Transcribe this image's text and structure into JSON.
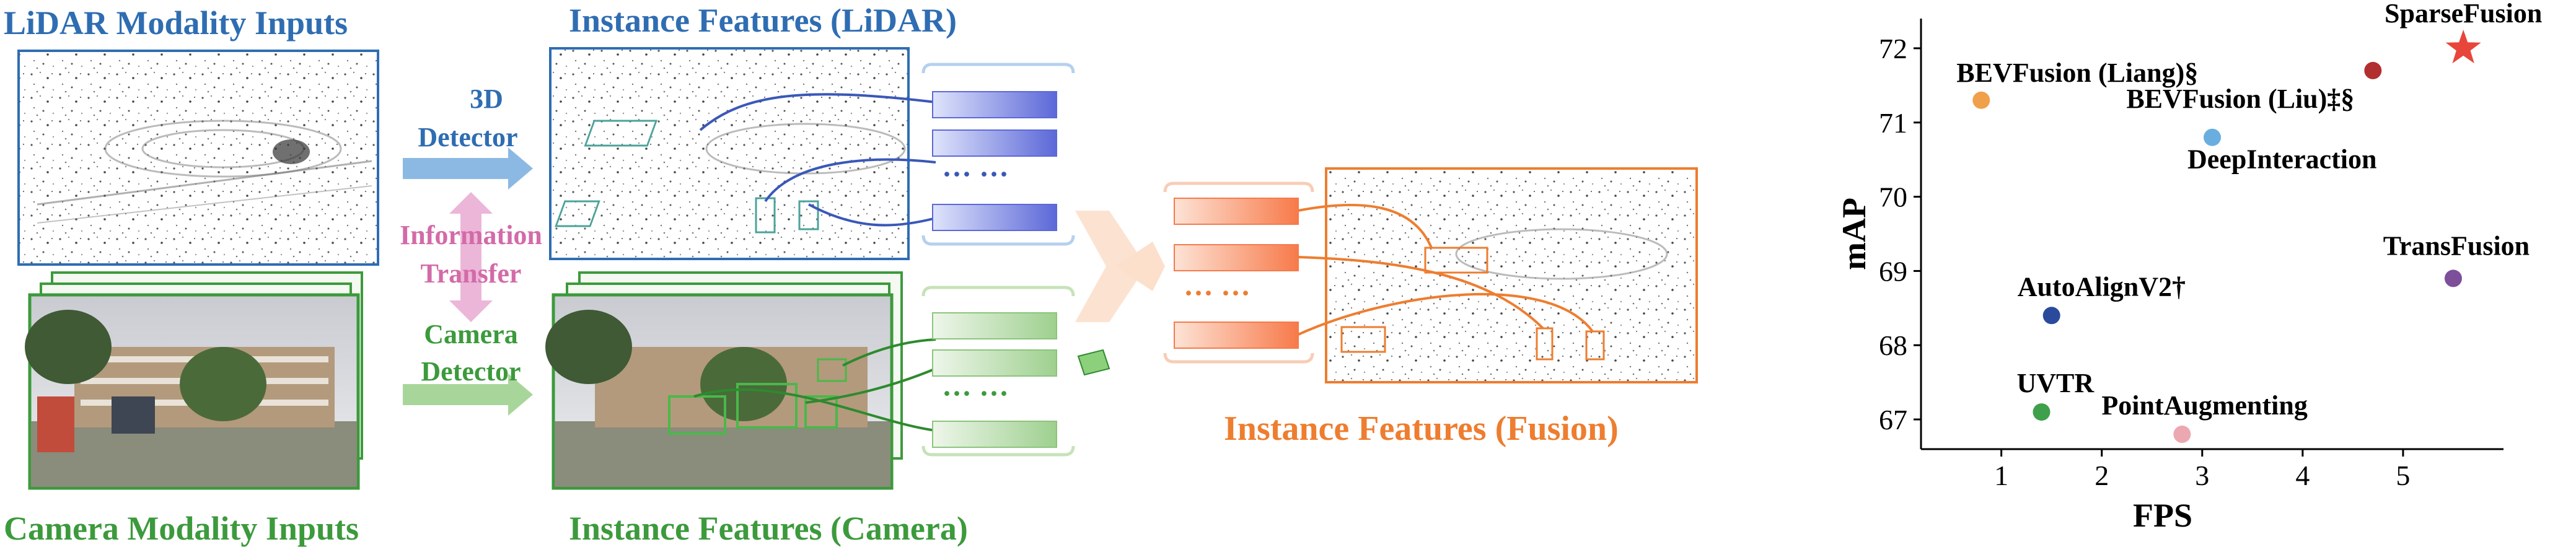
{
  "labels": {
    "lidar_inputs": "LiDAR Modality Inputs",
    "camera_inputs": "Camera Modality Inputs",
    "inst_lidar": "Instance Features (LiDAR)",
    "inst_camera": "Instance Features (Camera)",
    "inst_fusion": "Instance Features (Fusion)",
    "detector3d_1": "3D",
    "detector3d_2": "Detector",
    "info_1": "Information",
    "info_2": "Transfer",
    "camdet_1": "Camera",
    "camdet_2": "Detector",
    "dots": "··· ···"
  },
  "colors": {
    "blue": "#2f6db2",
    "green": "#3c9a3c",
    "orange": "#ee7d2f",
    "pink": "#d36ba8"
  },
  "chart_data": {
    "type": "scatter",
    "xlabel": "FPS",
    "ylabel": "mAP",
    "xlim": [
      0.2,
      6.0
    ],
    "ylim": [
      66.6,
      72.4
    ],
    "xticks": [
      1,
      2,
      3,
      4,
      5
    ],
    "yticks": [
      67,
      68,
      69,
      70,
      71,
      72
    ],
    "points": [
      {
        "name": "SparseFusion",
        "x": 5.6,
        "y": 72.0,
        "color": "#e8463b",
        "marker": "star"
      },
      {
        "name": "BEVFusion (Liang)§",
        "x": 0.8,
        "y": 71.3,
        "color": "#f0a04a",
        "marker": "circle"
      },
      {
        "name": "BEVFusion (Liu)‡§",
        "x": 4.7,
        "y": 71.7,
        "color": "#b22f2f",
        "marker": "circle"
      },
      {
        "name": "DeepInteraction",
        "x": 3.1,
        "y": 70.8,
        "color": "#6aaee0",
        "marker": "circle"
      },
      {
        "name": "TransFusion",
        "x": 5.5,
        "y": 68.9,
        "color": "#7d4e9a",
        "marker": "circle"
      },
      {
        "name": "AutoAlignV2†",
        "x": 1.5,
        "y": 68.4,
        "color": "#2b4a9c",
        "marker": "circle"
      },
      {
        "name": "UVTR",
        "x": 1.4,
        "y": 67.1,
        "color": "#3ea04a",
        "marker": "circle"
      },
      {
        "name": "PointAugmenting",
        "x": 2.8,
        "y": 66.8,
        "color": "#eba8b0",
        "marker": "circle"
      }
    ]
  }
}
